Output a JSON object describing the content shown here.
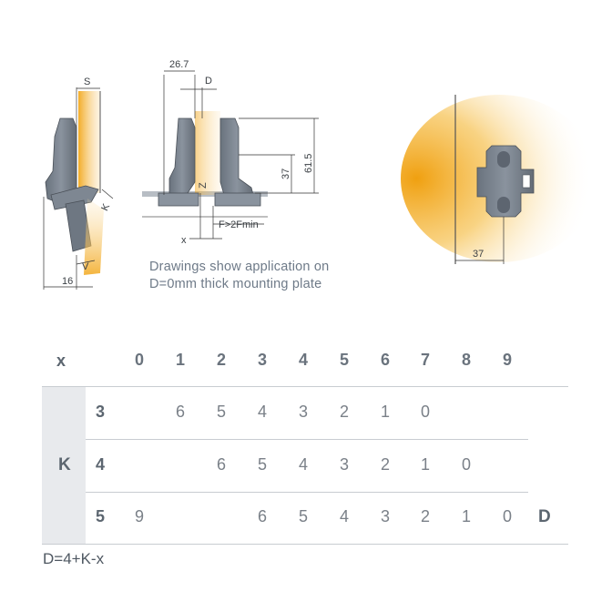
{
  "diagram": {
    "dimensions": {
      "s": "S",
      "d": "D",
      "k": "K",
      "v": "V",
      "x": "x",
      "z": "Z",
      "sixteen": "16",
      "twenty_six_seven": "26.7",
      "thirty_seven_side": "37",
      "sixty_one_five": "61.5",
      "f_rule": "F>2Fmin",
      "thirty_seven_plate": "37"
    },
    "note_line1": "Drawings show application on",
    "note_line2": "D=0mm thick mounting plate",
    "colors": {
      "steel": "#7d8692",
      "steel_dark": "#5d6570",
      "glow": "#f2a81d",
      "line": "#3a3f44"
    }
  },
  "table": {
    "x_label": "x",
    "x_values": [
      "0",
      "1",
      "2",
      "3",
      "4",
      "5",
      "6",
      "7",
      "8",
      "9"
    ],
    "k_label": "K",
    "d_label": "D",
    "rows": [
      {
        "k": "3",
        "cells": [
          "",
          "6",
          "5",
          "4",
          "3",
          "2",
          "1",
          "0",
          "",
          ""
        ],
        "trail": ""
      },
      {
        "k": "4",
        "cells": [
          "",
          "",
          "6",
          "5",
          "4",
          "3",
          "2",
          "1",
          "0",
          ""
        ],
        "trail": ""
      },
      {
        "k": "5",
        "cells": [
          "9",
          "",
          "",
          "6",
          "5",
          "4",
          "3",
          "2",
          "1",
          "0"
        ],
        "trail": ""
      }
    ],
    "formula": "D=4+K-x"
  }
}
